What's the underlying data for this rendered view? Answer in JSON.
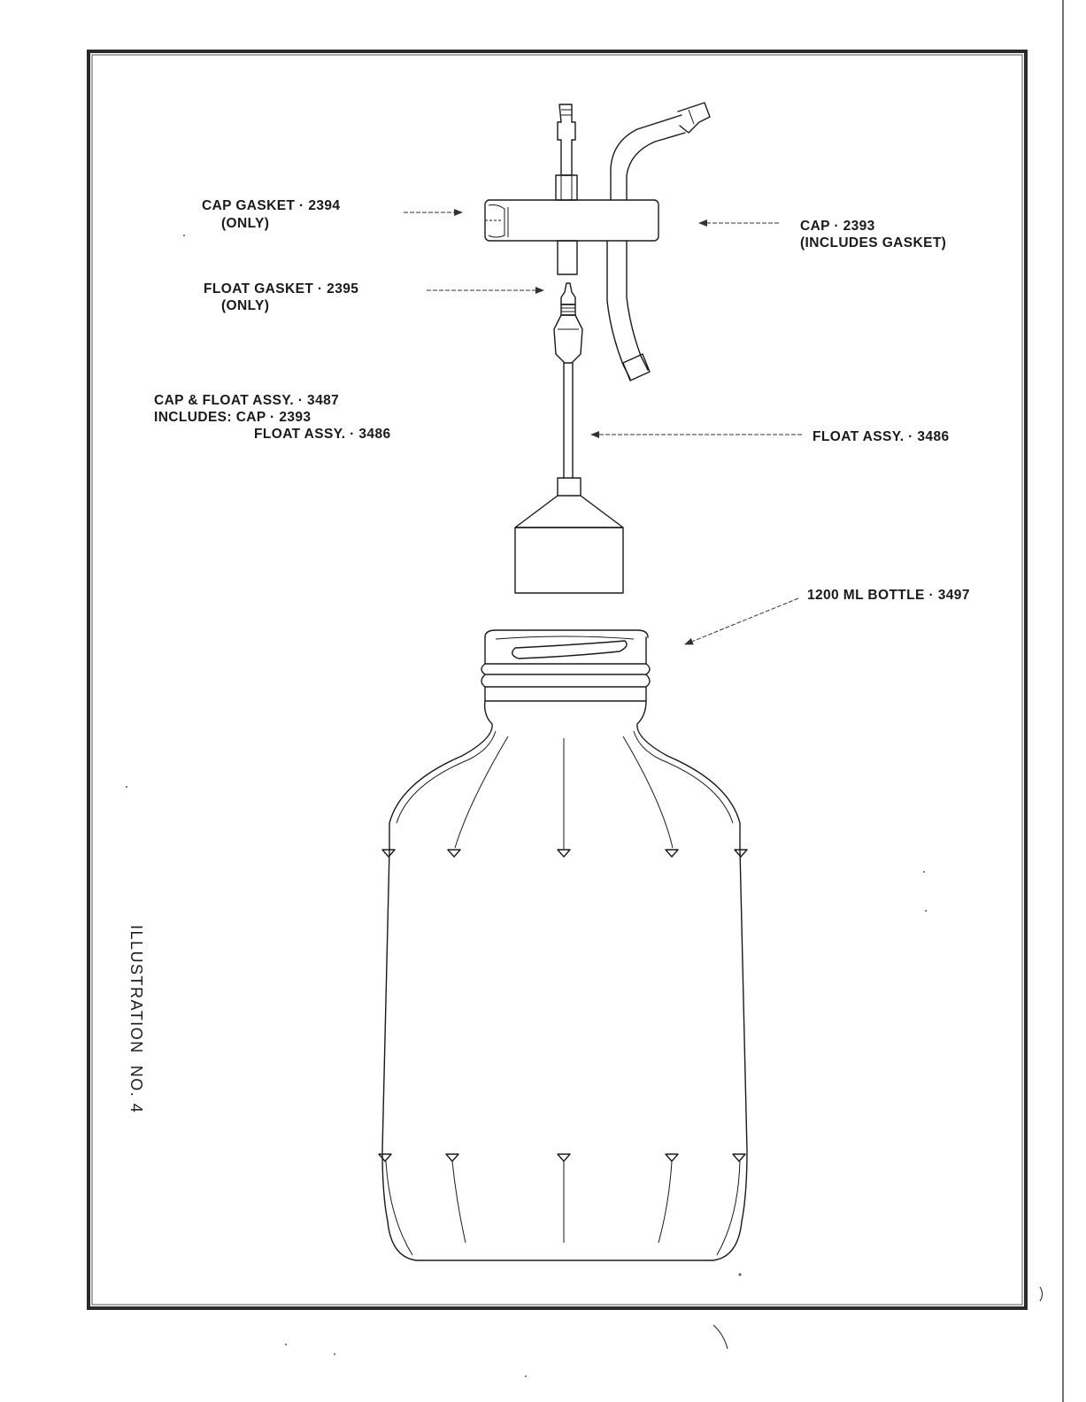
{
  "illustration_title": "ILLUSTRATION  NO. 4",
  "labels": {
    "cap_gasket": {
      "line1": "CAP GASKET · 2394",
      "line2": "(ONLY)"
    },
    "cap": {
      "line1": "CAP · 2393",
      "line2": "(INCLUDES GASKET)"
    },
    "float_gasket": {
      "line1": "FLOAT GASKET · 2395",
      "line2": "(ONLY)"
    },
    "cap_float_assy": {
      "line1": "CAP & FLOAT ASSY. · 3487",
      "line2": "INCLUDES: CAP · 2393",
      "line3": "FLOAT ASSY. · 3486"
    },
    "float_assy": {
      "line1": "FLOAT ASSY. · 3486"
    },
    "bottle": {
      "line1": "1200 ML BOTTLE · 3497"
    }
  },
  "colors": {
    "ink": "#1a1a1a",
    "frame": "#2a2a2a",
    "paper": "#ffffff"
  }
}
